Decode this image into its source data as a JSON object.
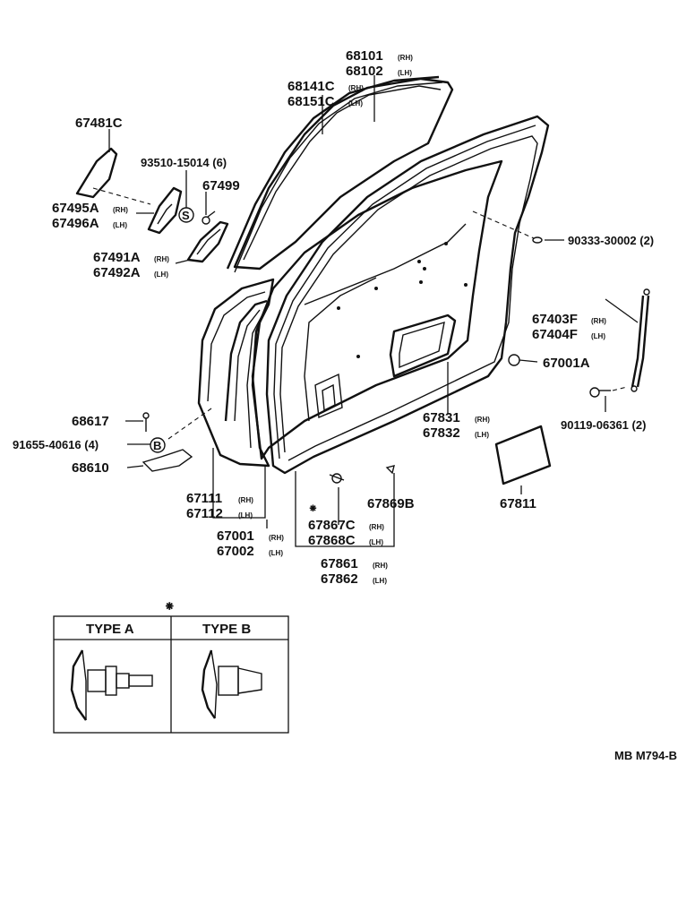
{
  "parts": {
    "p68101": "68101",
    "p68101_side": "(RH)",
    "p68102": "68102",
    "p68102_side": "(LH)",
    "p68141C": "68141C",
    "p68141C_side": "(RH)",
    "p68151C": "68151C",
    "p68151C_side": "(LH)",
    "p67481C": "67481C",
    "p93510": "93510-15014 (6)",
    "p67499": "67499",
    "p67495A": "67495A",
    "p67495A_side": "(RH)",
    "p67496A": "67496A",
    "p67496A_side": "(LH)",
    "p67491A": "67491A",
    "p67491A_side": "(RH)",
    "p67492A": "67492A",
    "p67492A_side": "(LH)",
    "p90333": "90333-30002 (2)",
    "p67403F": "67403F",
    "p67403F_side": "(RH)",
    "p67404F": "67404F",
    "p67404F_side": "(LH)",
    "p67001A": "67001A",
    "p90119": "90119-06361 (2)",
    "p67831": "67831",
    "p67831_side": "(RH)",
    "p67832": "67832",
    "p67832_side": "(LH)",
    "p68617": "68617",
    "p91655": "91655-40616 (4)",
    "p68610": "68610",
    "p67111": "67111",
    "p67111_side": "(RH)",
    "p67112": "67112",
    "p67112_side": "(LH)",
    "p67001": "67001",
    "p67001_side": "(RH)",
    "p67002": "67002",
    "p67002_side": "(LH)",
    "p67867C": "67867C",
    "p67867C_side": "(RH)",
    "p67868C": "67868C",
    "p67868C_side": "(LH)",
    "p67869B": "67869B",
    "p67861": "67861",
    "p67861_side": "(RH)",
    "p67862": "67862",
    "p67862_side": "(LH)",
    "p67811": "67811"
  },
  "markers": {
    "star": "⁕",
    "s_mark": "S",
    "b_mark": "B"
  },
  "legend": {
    "type_a": "TYPE A",
    "type_b": "TYPE B"
  },
  "drawing_code": "MB M794-B"
}
